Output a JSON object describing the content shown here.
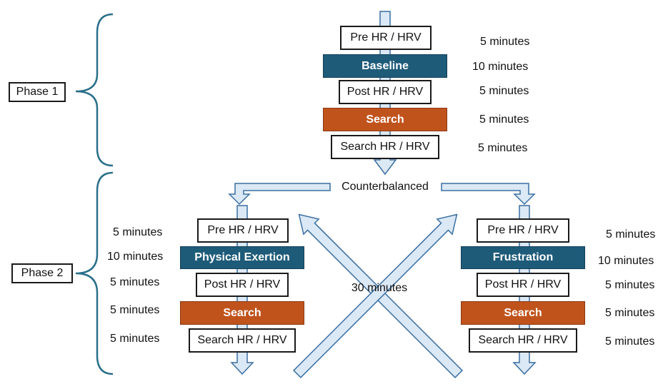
{
  "phases": {
    "phase1": "Phase 1",
    "phase2": "Phase 2"
  },
  "top": {
    "pre": "Pre HR / HRV",
    "baseline": "Baseline",
    "post": "Post HR / HRV",
    "search": "Search",
    "search_hrv": "Search HR / HRV",
    "t_pre": "5 minutes",
    "t_baseline": "10 minutes",
    "t_post": "5 minutes",
    "t_search": "5 minutes",
    "t_search_hrv": "5 minutes"
  },
  "counterbalanced": "Counterbalanced",
  "cross_label": "30 minutes",
  "left": {
    "pre": "Pre HR / HRV",
    "condition": "Physical Exertion",
    "post": "Post HR / HRV",
    "search": "Search",
    "search_hrv": "Search HR / HRV",
    "t_pre": "5 minutes",
    "t_condition": "10 minutes",
    "t_post": "5 minutes",
    "t_search": "5 minutes",
    "t_search_hrv": "5 minutes"
  },
  "right": {
    "pre": "Pre HR / HRV",
    "condition": "Frustration",
    "post": "Post HR / HRV",
    "search": "Search",
    "search_hrv": "Search HR / HRV",
    "t_pre": "5 minutes",
    "t_condition": "10 minutes",
    "t_post": "5 minutes",
    "t_search": "5 minutes",
    "t_search_hrv": "5 minutes"
  },
  "colors": {
    "teal": "#1d5b79",
    "rust": "#c0531c",
    "arrow_fill": "#dbe8f5",
    "bracket": "#2a6f8a"
  }
}
